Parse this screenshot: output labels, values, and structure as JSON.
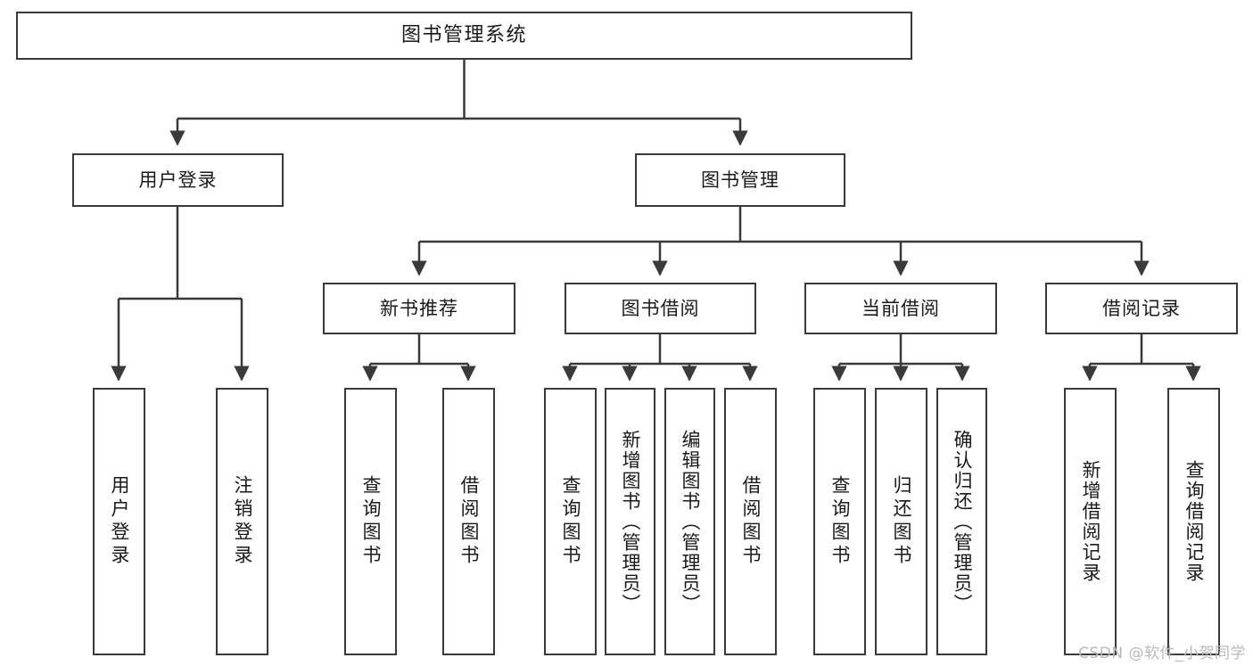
{
  "diagram": {
    "type": "tree",
    "title": "图书管理系统",
    "watermark": "CSDN @软件_小贺同学",
    "colors": {
      "background": "#ffffff",
      "border": "#3a3a3a",
      "text": "#1a1a1a",
      "watermark": "#b9b9b9"
    },
    "nodes": {
      "root": {
        "label": "图书管理系统"
      },
      "level2": [
        {
          "id": "user-login",
          "label": "用户登录"
        },
        {
          "id": "book-manage",
          "label": "图书管理"
        }
      ],
      "level3": [
        {
          "id": "new-book-recommend",
          "label": "新书推荐"
        },
        {
          "id": "book-borrow",
          "label": "图书借阅"
        },
        {
          "id": "current-borrow",
          "label": "当前借阅"
        },
        {
          "id": "borrow-record",
          "label": "借阅记录"
        }
      ],
      "leaves": [
        {
          "id": "leaf-user-login",
          "label": "用户登录",
          "parent": "user-login"
        },
        {
          "id": "leaf-user-logout",
          "label": "注销登录",
          "parent": "user-login"
        },
        {
          "id": "leaf-query-book-1",
          "label": "查询图书",
          "parent": "new-book-recommend"
        },
        {
          "id": "leaf-borrow-book-1",
          "label": "借阅图书",
          "parent": "new-book-recommend"
        },
        {
          "id": "leaf-query-book-2",
          "label": "查询图书",
          "parent": "book-borrow"
        },
        {
          "id": "leaf-add-book",
          "label": "新增图书（管理员）",
          "parent": "book-borrow"
        },
        {
          "id": "leaf-edit-book",
          "label": "编辑图书（管理员）",
          "parent": "book-borrow"
        },
        {
          "id": "leaf-borrow-book-2",
          "label": "借阅图书",
          "parent": "book-borrow"
        },
        {
          "id": "leaf-query-book-3",
          "label": "查询图书",
          "parent": "current-borrow"
        },
        {
          "id": "leaf-return-book",
          "label": "归还图书",
          "parent": "current-borrow"
        },
        {
          "id": "leaf-confirm-return",
          "label": "确认归还（管理员）",
          "parent": "current-borrow"
        },
        {
          "id": "leaf-add-record",
          "label": "新增借阅记录",
          "parent": "borrow-record"
        },
        {
          "id": "leaf-query-record",
          "label": "查询借阅记录",
          "parent": "borrow-record"
        }
      ]
    }
  }
}
